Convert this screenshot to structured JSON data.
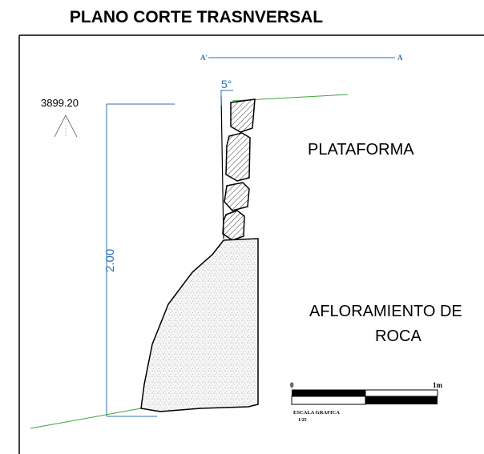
{
  "title": "PLANO CORTE TRASNVERSAL",
  "section_marker": {
    "start": "A'",
    "end": "A"
  },
  "elevation": {
    "value": "3899.20"
  },
  "wall_angle": "5°",
  "height_dimension": "2.00",
  "labels": {
    "platform": "PLATAFORMA",
    "outcrop_line1": "AFLORAMIENTO DE",
    "outcrop_line2": "ROCA"
  },
  "scale_bar": {
    "start_label": "0",
    "end_label": "1m",
    "caption": "ESCALA GRAFICA",
    "ratio": "1/25"
  },
  "colors": {
    "dimension": "#2f6fb3",
    "ground": "#3aa63a",
    "section": "#2f6fb3"
  }
}
